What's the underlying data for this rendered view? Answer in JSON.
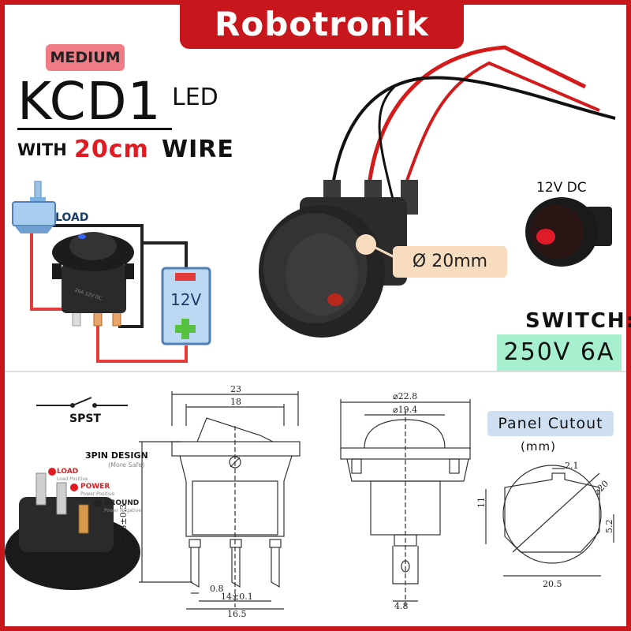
{
  "brand": "Robotronik",
  "badge": "MEDIUM",
  "model": "KCD1",
  "model_suffix": "LED",
  "with_label": "WITH",
  "wire_length": "20cm",
  "wire_label": "WIRE",
  "diagram": {
    "load_label": "LOAD",
    "battery_label": "12V",
    "switch_marking": "20A 12V DC"
  },
  "indicator_label": "12V DC",
  "diameter_label": "Ø 20mm",
  "switch_label": "SWITCH:",
  "rating": "250V 6A",
  "spst_label": "SPST",
  "pin_design": {
    "title": "3PIN DESIGN",
    "subtitle": "(More Safe)",
    "pins": [
      {
        "label": "LOAD",
        "sub": "Load Positive"
      },
      {
        "label": "POWER",
        "sub": "Power Positive"
      },
      {
        "label": "GROUND",
        "sub": "Power Negative"
      }
    ]
  },
  "drawing_front": {
    "width_outer": "23",
    "width_inner": "18",
    "height": "25.3±0.3",
    "pin_thickness": "0.8",
    "pin_spacing": "14±0.1",
    "base_width": "16.5"
  },
  "drawing_side": {
    "diameter_outer": "⌀22.8",
    "diameter_inner": "⌀19.4",
    "pin_width": "4.8"
  },
  "cutout": {
    "title": "Panel Cutout",
    "unit": "(mm)",
    "slot_width": "2.1",
    "diameter": "⌀20",
    "height": "11",
    "offset": "5.2",
    "width": "20.5"
  },
  "colors": {
    "brand_red": "#c8161d",
    "accent_red": "#e01b22",
    "badge_pink": "#f07c86",
    "rating_green": "#a6f0cf",
    "cutout_blue": "#cfe0f3",
    "diameter_peach": "#f7dcbf"
  }
}
